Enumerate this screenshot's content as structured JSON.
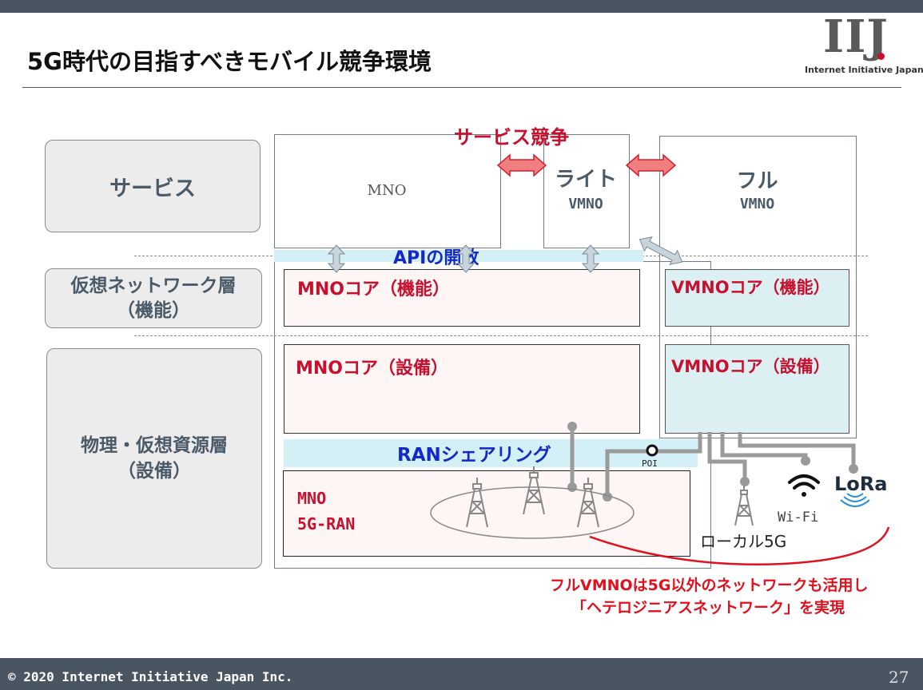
{
  "header": {
    "title": "5G時代の目指すべきモバイル競争環境",
    "logo_mark": "IIJ",
    "logo_text": "Internet Initiative Japan"
  },
  "layers": {
    "service": "サービス",
    "virtual_line1": "仮想ネットワーク層",
    "virtual_line2": "（機能）",
    "physical_line1": "物理・仮想資源層",
    "physical_line2": "（設備）"
  },
  "diagram": {
    "service_competition": "サービス競争",
    "mno": "MNO",
    "lite_line1": "ライト",
    "lite_line2": "VMNO",
    "full_line1": "フル",
    "full_line2": "VMNO",
    "api_open": "APIの開放",
    "mno_core_func": "MNOコア（機能）",
    "vmno_core_func": "VMNOコア（機能）",
    "mno_core_equip": "MNOコア（設備）",
    "vmno_core_equip": "VMNOコア（設備）",
    "ran_sharing": "RANシェアリング",
    "poi": "POI",
    "mno_ran_line1": "MNO",
    "mno_ran_line2": "5G-RAN",
    "wifi": "Wi-Fi",
    "lora": "LoRa",
    "local5g": "ローカル5G",
    "note_line1": "フルVMNOは5G以外のネットワークも活用し",
    "note_line2": "「ヘテロジニアスネットワーク」を実現"
  },
  "footer": {
    "copyright": "© 2020  Internet Initiative Japan Inc.",
    "page": "27"
  },
  "colors": {
    "accent_red": "#c8102e",
    "api_blue": "#1428c8",
    "band_cyan": "#d3f0f6",
    "bar_gray": "#4a5562"
  }
}
